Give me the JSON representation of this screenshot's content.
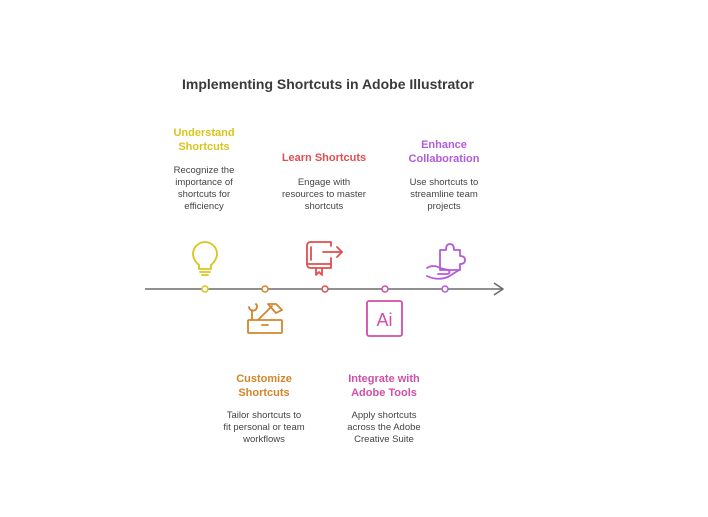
{
  "title": "Implementing Shortcuts in Adobe Illustrator",
  "colors": {
    "line": "#6b6b6b",
    "understand": "#d9c51c",
    "customize": "#d4852b",
    "learn": "#e14f4f",
    "integrate": "#d14fa8",
    "enhance": "#b35bd9"
  },
  "steps": [
    {
      "id": "understand",
      "title": "Understand\nShortcuts",
      "desc": "Recognize the\nimportance of\nshortcuts for\nefficiency",
      "icon": "lightbulb-icon"
    },
    {
      "id": "customize",
      "title": "Customize\nShortcuts",
      "desc": "Tailor shortcuts to\nfit personal or team\nworkflows",
      "icon": "toolbox-icon"
    },
    {
      "id": "learn",
      "title": "Learn Shortcuts",
      "desc": "Engage with\nresources to master\nshortcuts",
      "icon": "book-arrow-icon"
    },
    {
      "id": "integrate",
      "title": "Integrate with\nAdobe Tools",
      "desc": "Apply shortcuts\nacross the Adobe\nCreative Suite",
      "icon": "illustrator-icon",
      "icon_text": "Ai"
    },
    {
      "id": "enhance",
      "title": "Enhance\nCollaboration",
      "desc": "Use shortcuts to\nstreamline team\nprojects",
      "icon": "hand-puzzle-icon"
    }
  ]
}
